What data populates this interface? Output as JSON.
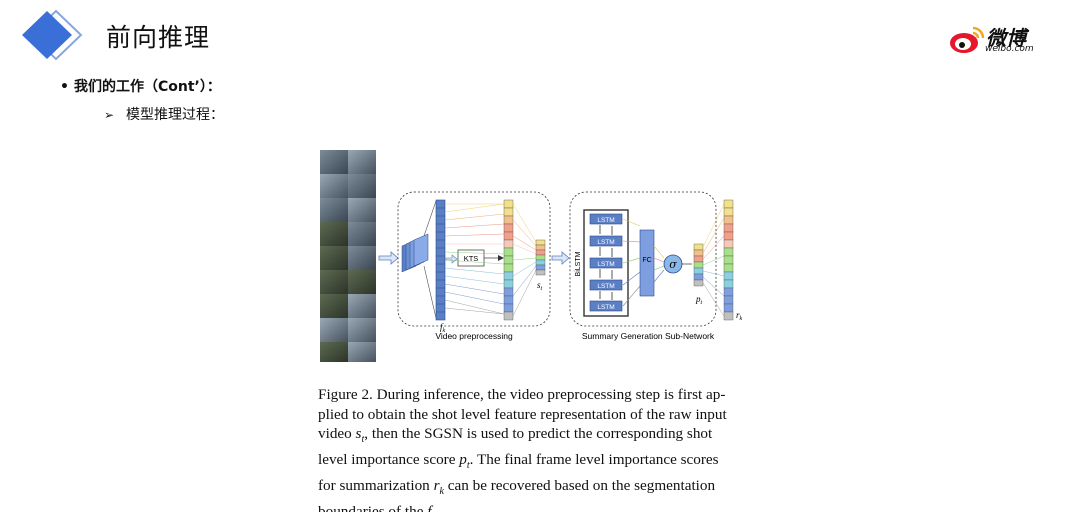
{
  "slide": {
    "title": "前向推理",
    "bullet_1": "我们的工作（Cont’）：",
    "bullet_2": "模型推理过程："
  },
  "brand": {
    "name": "微博",
    "url": "weibo.com",
    "accent": "#3b6fd8"
  },
  "figure": {
    "kts_label": "KTS",
    "fk_label": "f",
    "fk_sub": "k",
    "st_label": "s",
    "st_sub": "t",
    "bilstm_label": "BiLSTM",
    "lstm_label": "LSTM",
    "fc_label": "FC",
    "sigma_label": "σ",
    "pt_label": "p",
    "pt_sub": "t",
    "rk_label": "r",
    "rk_sub": "k",
    "video_preprocessing_label": "Video preprocessing",
    "sgsn_label": "Summary Generation Sub-Network"
  },
  "caption": {
    "lines": [
      "Figure 2. During inference, the video preprocessing step is first ap-",
      "plied to obtain the shot level feature representation of the raw input",
      "video s_t, then the SGSN is used to predict the corresponding shot",
      "level importance score p_t. The final frame level importance scores",
      "for summarization r_k can be recovered based on the segmentation",
      "boundaries of the f_k."
    ]
  }
}
